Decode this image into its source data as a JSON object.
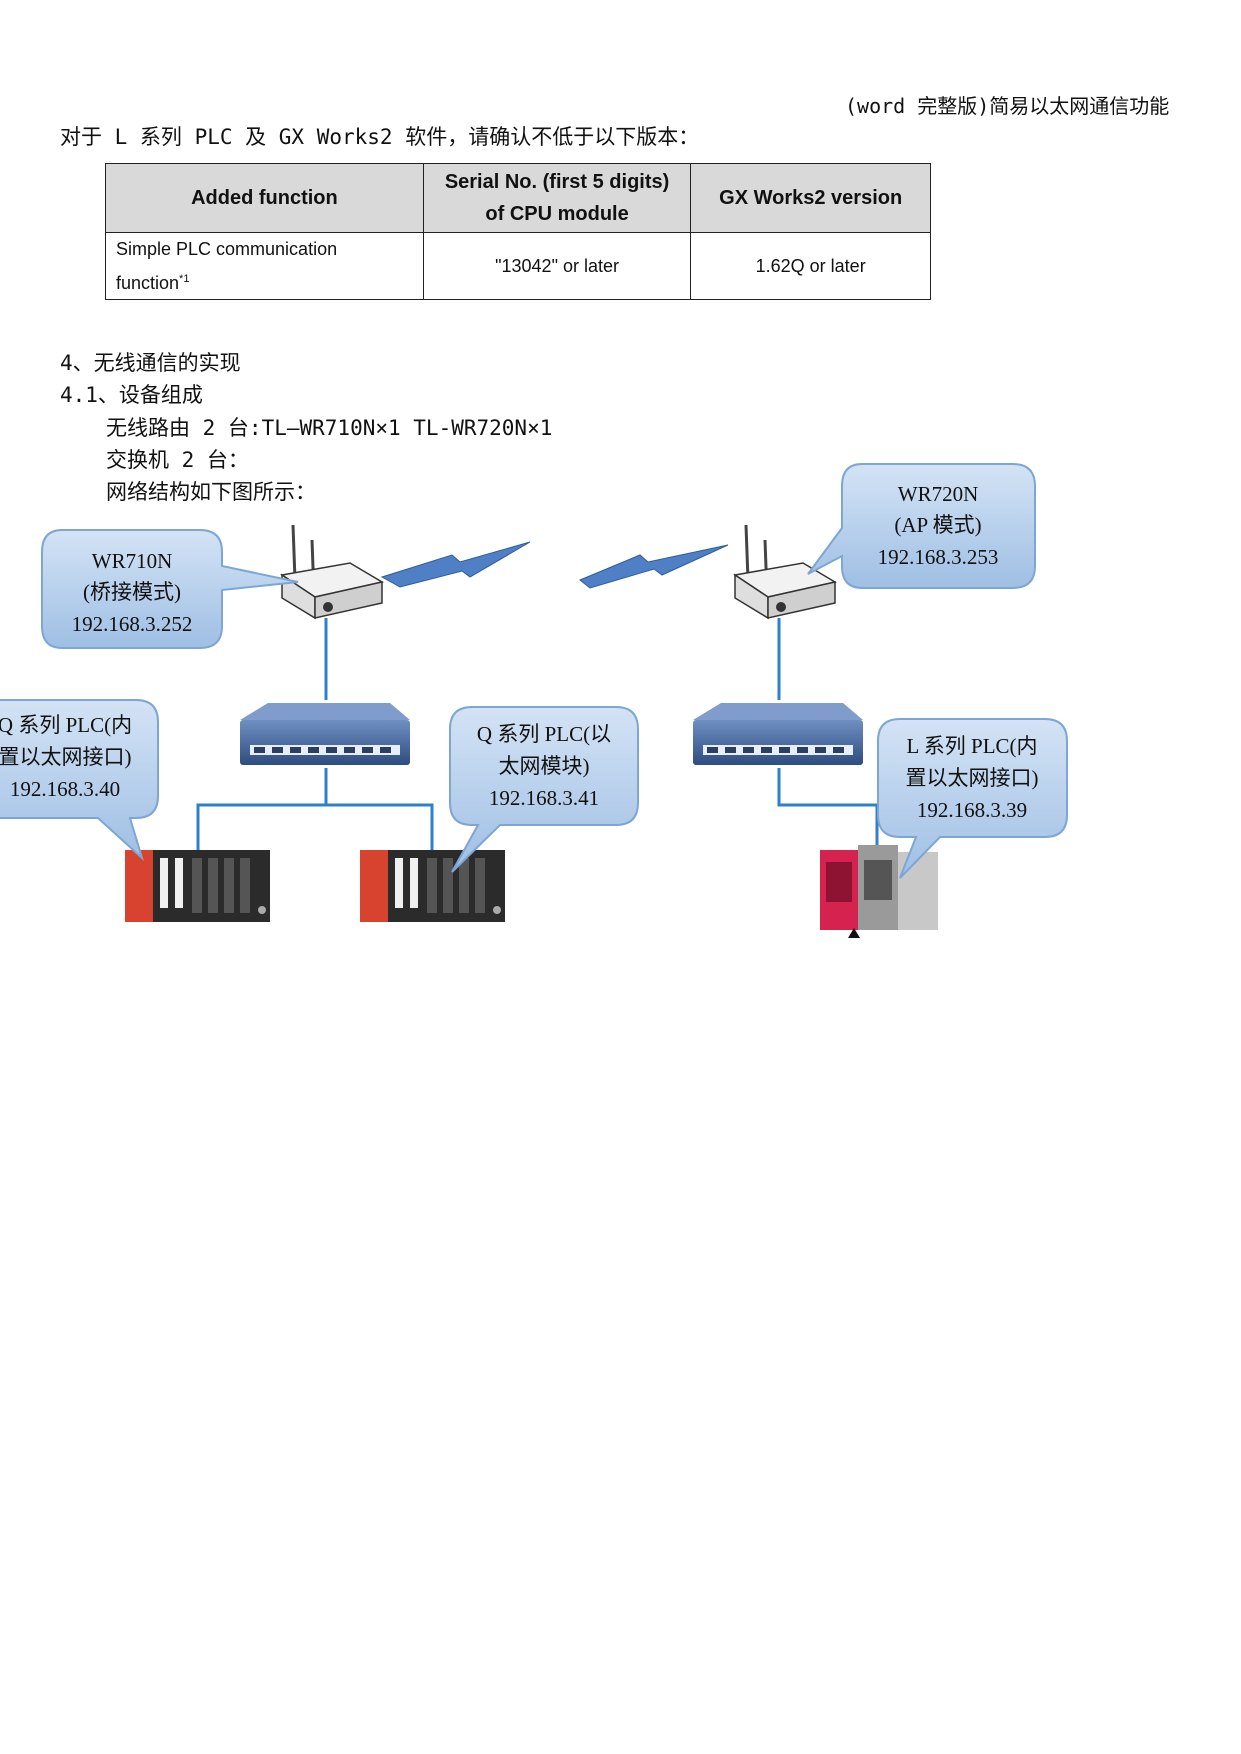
{
  "header": "(word 完整版)简易以太网通信功能",
  "intro": "对于 L 系列 PLC 及 GX Works2 软件，请确认不低于以下版本：",
  "table": {
    "headers": [
      "Added function",
      "Serial No. (first 5 digits)",
      "of CPU module",
      "GX Works2 version"
    ],
    "row": {
      "function_line1": "Simple PLC communication",
      "function_line2": "function",
      "footnote": "*1",
      "serial": "\"13042\" or later",
      "version": "1.62Q or later"
    }
  },
  "section": "4、无线通信的实现",
  "subsection": "4.1、设备组成",
  "items": [
    "无线路由 2 台:TL—WR710N×1    TL-WR720N×1",
    "交换机 2 台：",
    "网络结构如下图所示："
  ],
  "diagram": {
    "wr710n": [
      "WR710N",
      "(桥接模式)",
      "192.168.3.252"
    ],
    "wr720n": [
      "WR720N",
      "(AP 模式)",
      "192.168.3.253"
    ],
    "q_plc_builtin": [
      "Q 系列 PLC(内",
      "置以太网接口)",
      "192.168.3.40"
    ],
    "q_plc_module": [
      "Q 系列 PLC(以",
      "太网模块)",
      "192.168.3.41"
    ],
    "l_plc": [
      "L 系列 PLC(内",
      "置以太网接口)",
      "192.168.3.39"
    ],
    "colors": {
      "callout_fill": "#b4cde9",
      "callout_stroke": "#7ea6d4",
      "link": "#2f7fcf",
      "switch": "#3c5f97",
      "plc_red": "#d7432e",
      "l_plc_red": "#d6224f"
    }
  }
}
